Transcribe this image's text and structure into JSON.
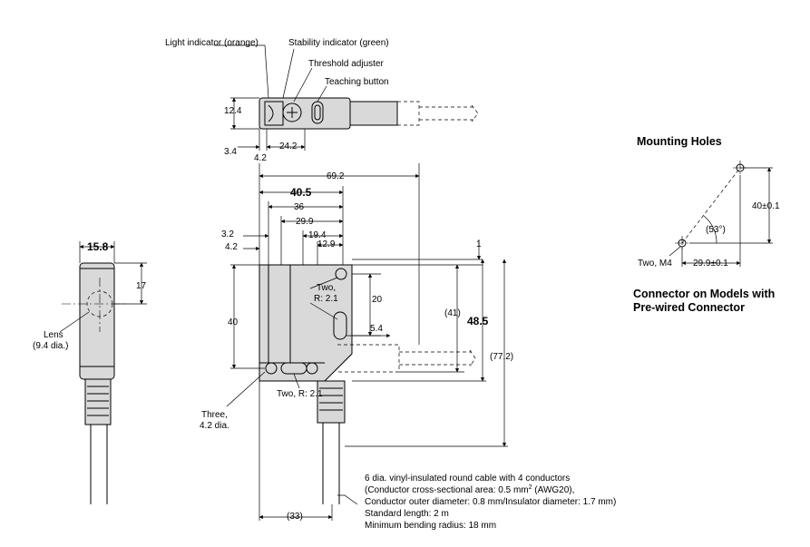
{
  "top_view": {
    "light_indicator": "Light indicator (orange)",
    "stability_indicator": "Stability indicator (green)",
    "threshold_adjuster": "Threshold adjuster",
    "teaching_button": "Teaching button",
    "dim_height": "12.4",
    "dim_left": "3.4",
    "dim_offset": "4.2",
    "dim_width": "24.2"
  },
  "front_view": {
    "dim_total": "69.2",
    "dim_body": "40.5",
    "dim_36": "36",
    "dim_29_9": "29.9",
    "dim_19_4": "19.4",
    "dim_12_9": "12.9",
    "dim_3_2": "3.2",
    "dim_4_2": "4.2",
    "dim_1": "1",
    "dim_40": "40",
    "dim_20": "20",
    "dim_5_4": "5.4",
    "dim_41": "(41)",
    "dim_48_5": "48.5",
    "dim_77_2": "(77.2)",
    "dim_33": "(33)",
    "two_r_top": "Two,",
    "two_r_top_r": "R: 2.1",
    "two_r_bottom": "Two, R: 2.1",
    "three_holes": "Three,",
    "three_holes_dia": "4.2 dia."
  },
  "side_view": {
    "dim_width": "15.8",
    "dim_17": "17",
    "lens_label": "Lens",
    "lens_dia": "(9.4 dia.)"
  },
  "cable_notes": {
    "line1": "6 dia. vinyl-insulated round cable with 4 conductors",
    "line2a": "(Conductor cross-sectional area: 0.5 mm",
    "line2_sup": "2",
    "line2b": " (AWG20),",
    "line3": "Conductor outer diameter: 0.8 mm/Insulator diameter: 1.7 mm)",
    "line4": "Standard length: 2 m",
    "line5": "Minimum bending radius: 18 mm"
  },
  "mounting_holes": {
    "title": "Mounting Holes",
    "angle": "(53°)",
    "dim_40": "40±0.1",
    "dim_29_9": "29.9±0.1",
    "holes": "Two, M4"
  },
  "connector": {
    "title_line1": "Connector on Models with",
    "title_line2": "Pre-wired Connector"
  }
}
